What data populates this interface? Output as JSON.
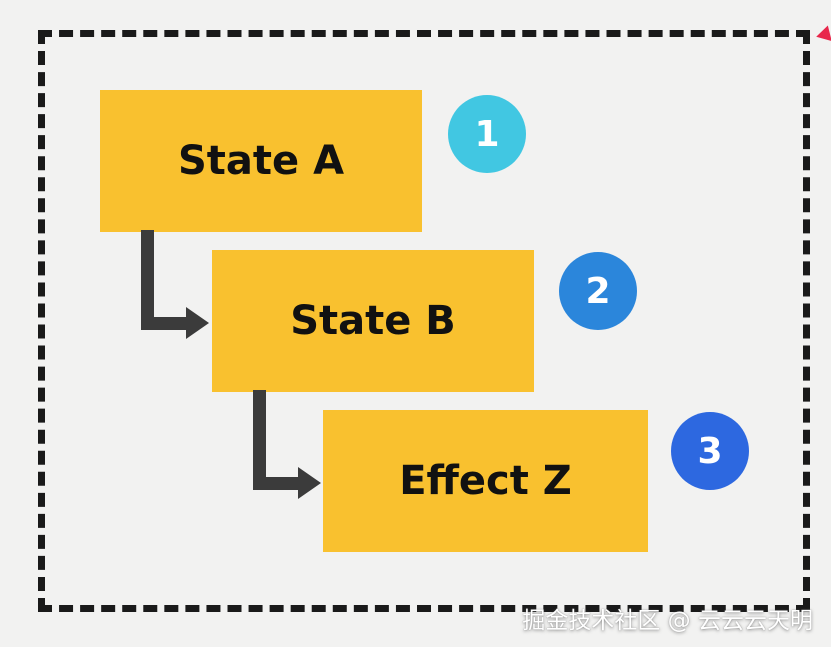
{
  "diagram": {
    "nodes": [
      {
        "id": "state-a",
        "label": "State A"
      },
      {
        "id": "state-b",
        "label": "State B"
      },
      {
        "id": "effect-z",
        "label": "Effect Z"
      }
    ],
    "badges": [
      {
        "label": "1",
        "color": "#41c7e2"
      },
      {
        "label": "2",
        "color": "#2b86db"
      },
      {
        "label": "3",
        "color": "#2d68e0"
      }
    ],
    "connections": [
      {
        "from": "state-a",
        "to": "state-b"
      },
      {
        "from": "state-b",
        "to": "effect-z"
      }
    ],
    "colors": {
      "node_fill": "#f9c12f",
      "arrow": "#3b3b3b",
      "frame": "#1a1a1a",
      "background": "#f2f2f1",
      "pointer": "#e8274b"
    },
    "watermark": "掘金技术社区 @ 云云云天明"
  }
}
